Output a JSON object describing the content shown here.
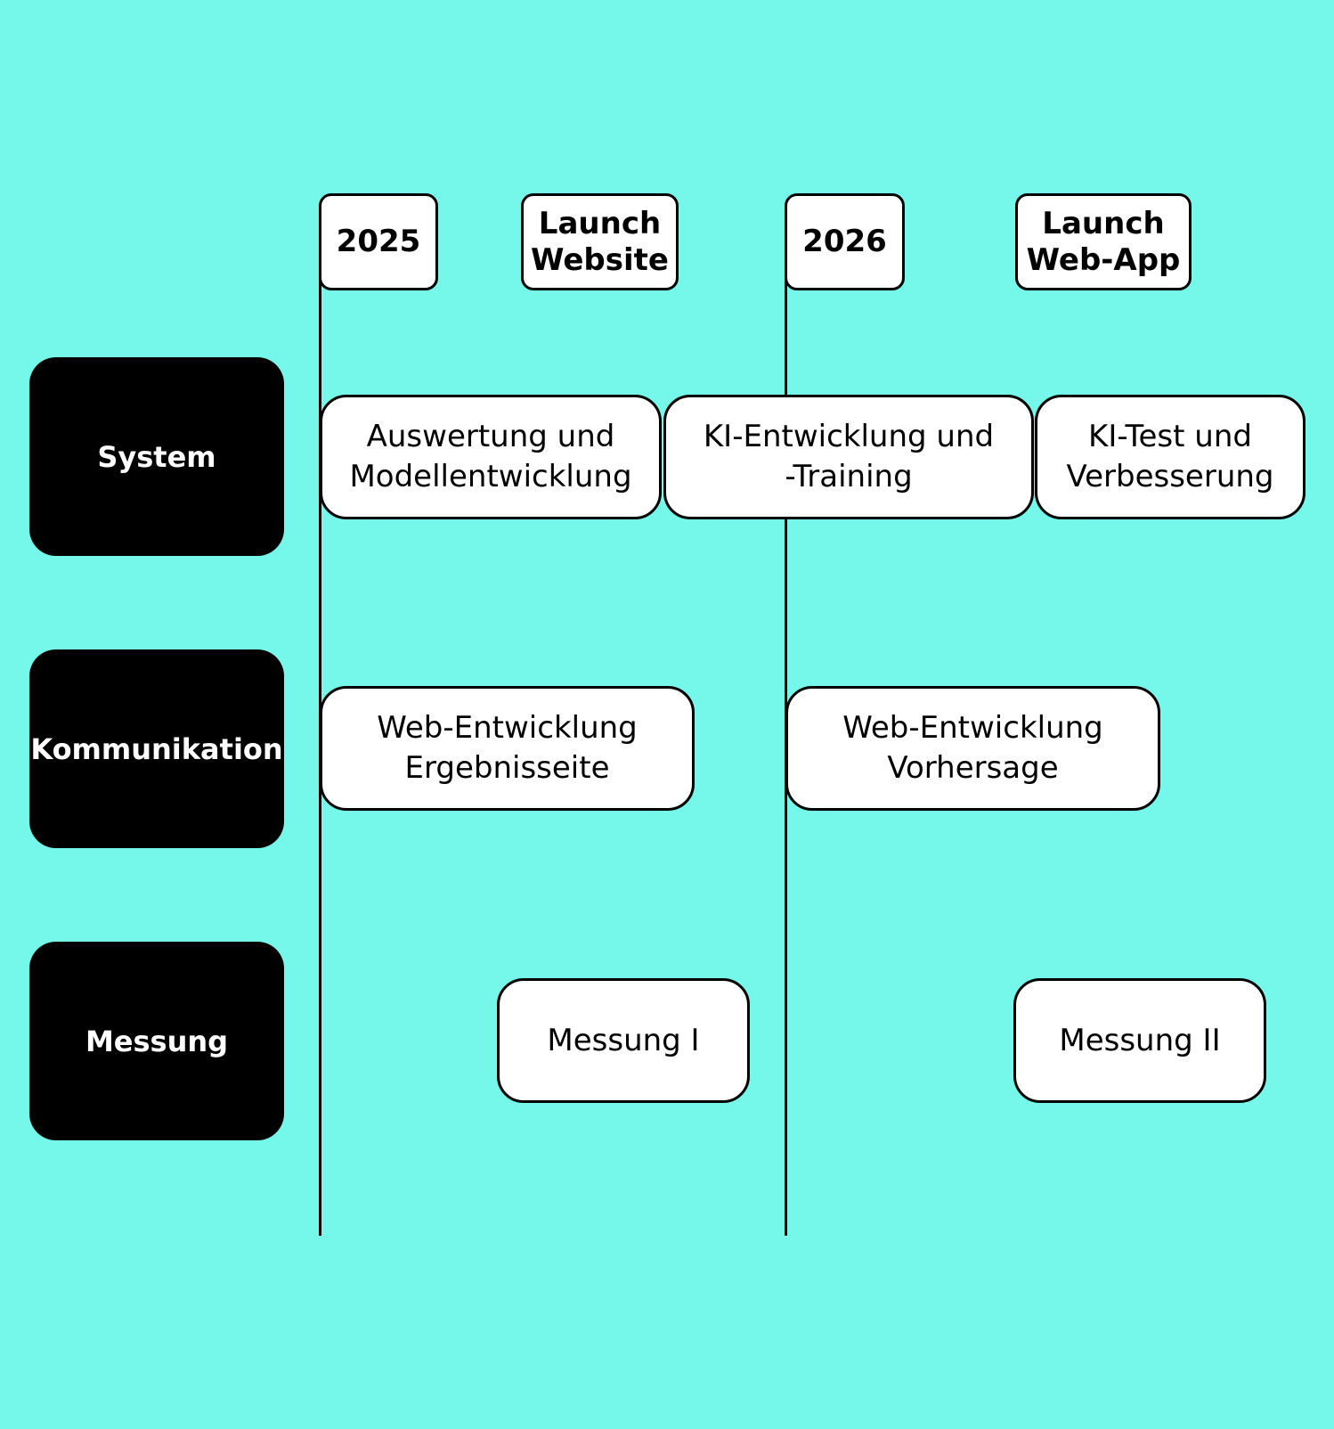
{
  "headers": [
    {
      "label": "2025"
    },
    {
      "label": "Launch\nWebsite"
    },
    {
      "label": "2026"
    },
    {
      "label": "Launch\nWeb-App"
    }
  ],
  "rows": [
    {
      "label": "System"
    },
    {
      "label": "Kommunikation"
    },
    {
      "label": "Messung"
    }
  ],
  "tasks": [
    {
      "label": "Auswertung und\nModellentwicklung"
    },
    {
      "label": "KI-Entwicklung und\n-Training"
    },
    {
      "label": "KI-Test und\nVerbesserung"
    },
    {
      "label": "Web-Entwicklung\nErgebnisseite"
    },
    {
      "label": "Web-Entwicklung\nVorhersage"
    },
    {
      "label": "Messung I"
    },
    {
      "label": "Messung II"
    }
  ],
  "colors": {
    "background": "#75f7ea",
    "row_label_fill": "#000000",
    "task_fill": "#ffffff",
    "line": "#000000"
  }
}
